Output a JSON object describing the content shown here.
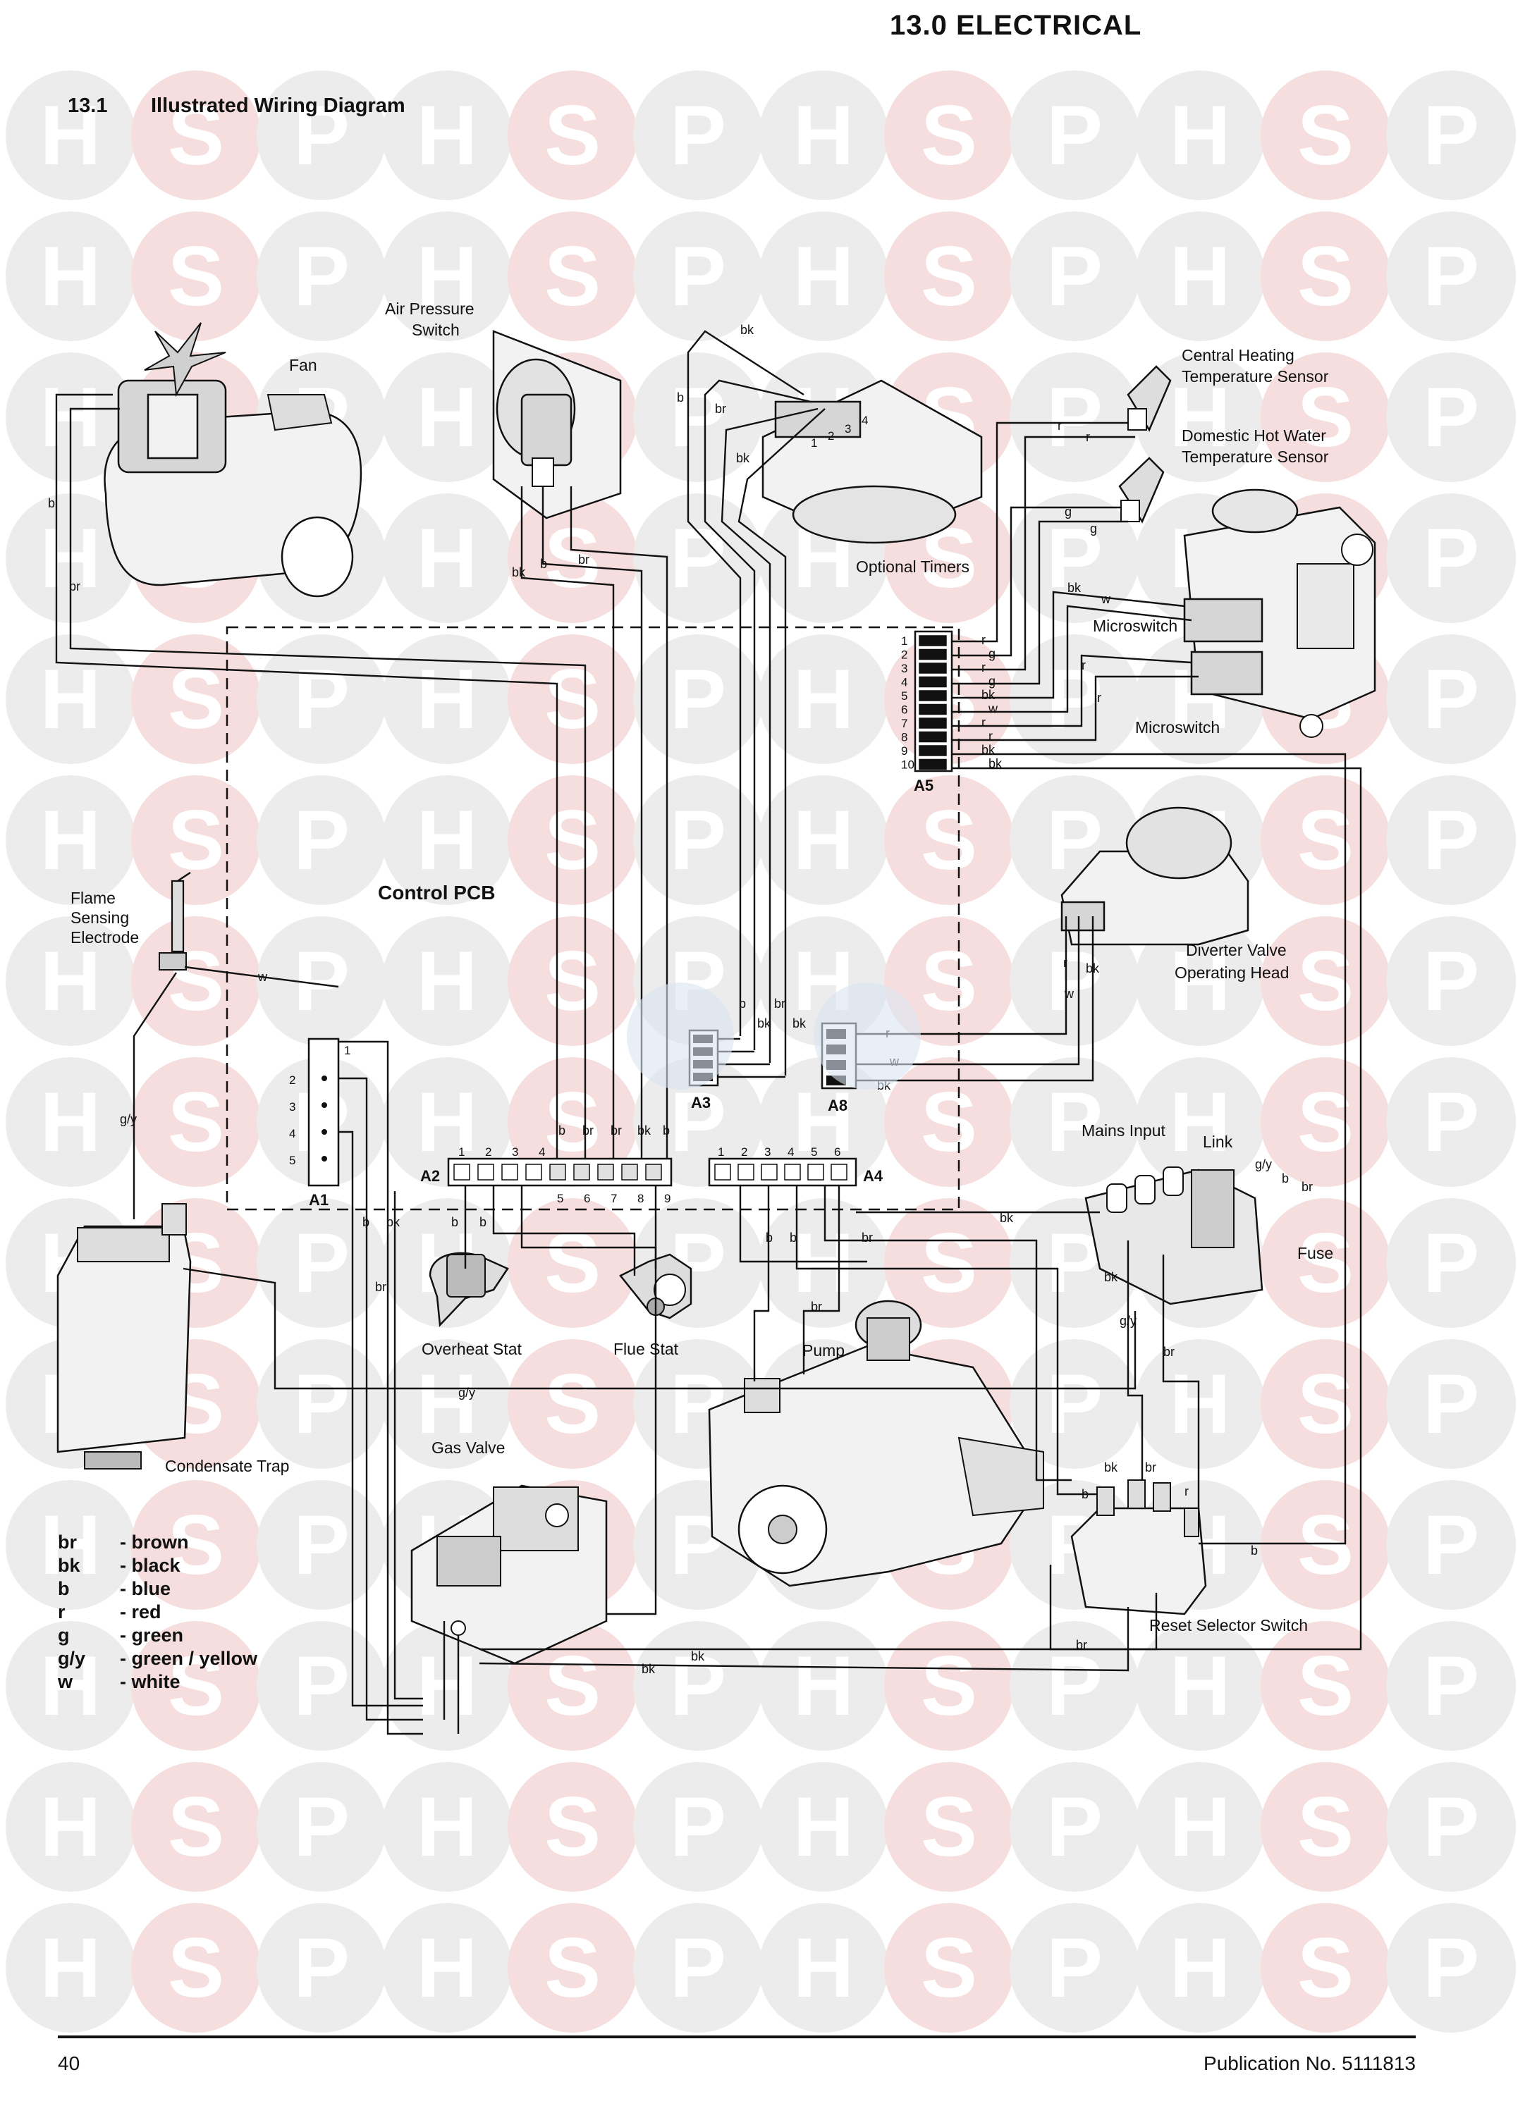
{
  "header": {
    "section_title": "13.0  ELECTRICAL",
    "subsection_number": "13.1",
    "subsection_title": "Illustrated Wiring Diagram"
  },
  "watermark": {
    "letters": [
      "H",
      "S",
      "P"
    ],
    "colors": [
      "#ececec",
      "#f6dede"
    ]
  },
  "components": {
    "fan": "Fan",
    "air_pressure_switch": [
      "Air Pressure",
      "Switch"
    ],
    "optional_timers": "Optional Timers",
    "ch_sensor": [
      "Central Heating",
      "Temperature Sensor"
    ],
    "dhw_sensor": [
      "Domestic Hot Water",
      "Temperature Sensor"
    ],
    "microswitch_1": "Microswitch",
    "microswitch_2": "Microswitch",
    "control_pcb": "Control PCB",
    "flame_electrode": [
      "Flame",
      "Sensing",
      "Electrode"
    ],
    "diverter_valve": [
      "Diverter Valve",
      "Operating Head"
    ],
    "mains_input": "Mains Input",
    "link": "Link",
    "fuse": "Fuse",
    "overheat_stat": "Overheat Stat",
    "flue_stat": "Flue Stat",
    "pump": "Pump",
    "condensate_trap": "Condensate Trap",
    "gas_valve": "Gas Valve",
    "reset_selector_switch": "Reset Selector Switch"
  },
  "connectors": {
    "a1": {
      "label": "A1",
      "pins": [
        "1",
        "2",
        "3",
        "4",
        "5"
      ]
    },
    "a2": {
      "label": "A2",
      "pins_top": [
        "1",
        "2",
        "3",
        "4"
      ],
      "pins_bottom": [
        "5",
        "6",
        "7",
        "8",
        "9"
      ]
    },
    "a3": {
      "label": "A3"
    },
    "a4": {
      "label": "A4",
      "pins": [
        "1",
        "2",
        "3",
        "4",
        "5",
        "6"
      ]
    },
    "a5": {
      "label": "A5",
      "pins": [
        "1",
        "2",
        "3",
        "4",
        "5",
        "6",
        "7",
        "8",
        "9",
        "10"
      ]
    },
    "a8": {
      "label": "A8"
    }
  },
  "wire_labels": {
    "a2": [
      "b",
      "br",
      "br",
      "bk",
      "b"
    ],
    "a3": [
      "b",
      "bk",
      "br",
      "bk"
    ],
    "a5": [
      "r",
      "g",
      "r",
      "g",
      "bk",
      "w",
      "r",
      "r",
      "bk",
      "bk"
    ],
    "a8": [
      "r",
      "w",
      "bk"
    ],
    "fan": [
      "b",
      "br"
    ],
    "aps": [
      "bk",
      "b",
      "br"
    ],
    "timers": [
      "bk",
      "b",
      "br",
      "bk"
    ],
    "timer_terminals": [
      "1",
      "2",
      "3",
      "4"
    ],
    "ch_sensor": [
      "r",
      "r"
    ],
    "dhw_sensor": [
      "g",
      "g"
    ],
    "microswitch_1": [
      "bk",
      "w"
    ],
    "microswitch_2": [
      "r",
      "r"
    ],
    "diverter": [
      "r",
      "w",
      "bk"
    ],
    "electrode": "w",
    "earth": "g/y",
    "a1": [
      "b",
      "bk",
      "br"
    ],
    "overheat": [
      "b",
      "b"
    ],
    "a4": [
      "bk",
      "br",
      "br",
      "b",
      "b"
    ],
    "mains": [
      "g/y",
      "b",
      "br",
      "bk",
      "g/y",
      "br"
    ],
    "reset": [
      "bk",
      "br",
      "b",
      "r",
      "b",
      "br"
    ],
    "gas_valve": [
      "bk",
      "bk",
      "g/y"
    ]
  },
  "legend": [
    {
      "code": "br",
      "meaning": "- brown"
    },
    {
      "code": "bk",
      "meaning": "- black"
    },
    {
      "code": "b",
      "meaning": "- blue"
    },
    {
      "code": "r",
      "meaning": "- red"
    },
    {
      "code": "g",
      "meaning": "- green"
    },
    {
      "code": "g/y",
      "meaning": "- green / yellow"
    },
    {
      "code": "w",
      "meaning": "- white"
    }
  ],
  "footer": {
    "page_number": "40",
    "publication": "Publication No. 5111813"
  }
}
